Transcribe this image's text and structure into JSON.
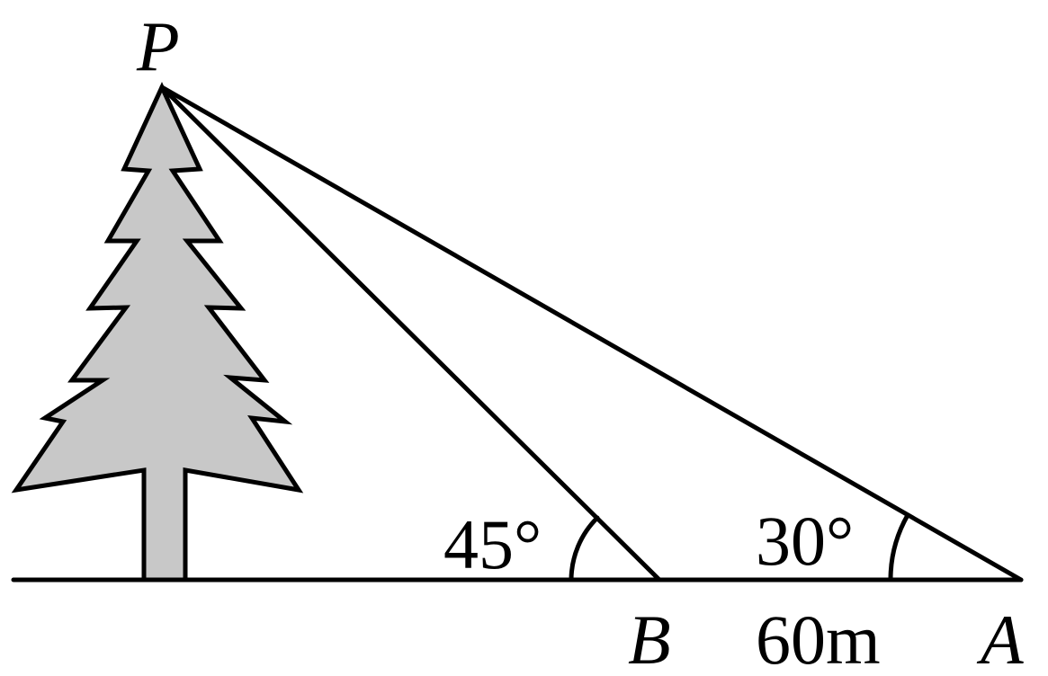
{
  "points": {
    "top": "P",
    "near": "B",
    "far": "A"
  },
  "angles": {
    "near": "45°",
    "far": "30°"
  },
  "distance": "60m",
  "colors": {
    "line": "#000000",
    "tree_fill": "#c8c8c8",
    "background": "#ffffff"
  },
  "icons": {
    "tree": "pine-tree-icon"
  }
}
